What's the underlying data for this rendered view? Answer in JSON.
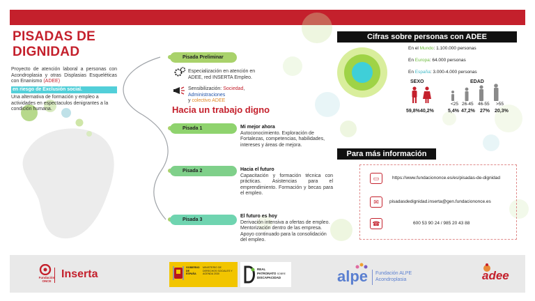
{
  "header": {
    "title_line1": "PISADAS DE",
    "title_line2": "DIGNIDAD",
    "brand_color": "#c4202c"
  },
  "intro": {
    "text1": "Proyecto de atención laboral a personas con Acondroplasia y otras Displasias Esqueléticas con Enanismo",
    "adee": "(ADEE)",
    "highlight": "en riesgo de Exclusión social.",
    "text2": "Una alternativa de formación y empleo a actividades en espectaculos denigrantes a la condición humana."
  },
  "preliminar": {
    "label": "Pisada Preliminar",
    "item1": "Especialización en atención en ADEE, red INSERTA Empleo.",
    "item2_prefix": "Sensibilización: ",
    "item2_a": "Sociedad",
    "item2_sep": ", ",
    "item2_b": "Administraciones",
    "item2_c": "y ",
    "item2_d": "colectivo ADEE"
  },
  "section_title": "Hacia un trabajo digno",
  "steps": [
    {
      "label": "Pisada 1",
      "title": "Mi mejor ahora",
      "text": "Autoconocimiento. Exploración de Fortalezas, competencias, habilidades, intereses y áreas de mejora."
    },
    {
      "label": "Pisada 2",
      "title": "Hacia el futuro",
      "text": "Capacitación y formación técnica con prácticas. Asistencias para el emprendimiento. Formación y becas para el empleo."
    },
    {
      "label": "Pisada 3",
      "title": "El futuro es hoy",
      "text": "Derivación intensiva a ofertas de empleo. Mentorización dentro de las empresa. Apoyo continuado para la consolidación del empleo."
    }
  ],
  "cifras": {
    "title": "Cifras sobre personas con ADEE",
    "mundo_pre": "En el ",
    "mundo": "Mundo",
    "mundo_val": ": 1.100.000 personas",
    "europa_pre": "En ",
    "europa": "Europa",
    "europa_val": ": 64.000 personas",
    "espana_pre": "En ",
    "espana": "España",
    "espana_val": ": 3.000-4.000 personas",
    "sexo_label": "SEXO",
    "sexo_m": "59,8%",
    "sexo_f": "40,2%",
    "edad_label": "EDAD",
    "edad_groups": [
      {
        "range": "<25",
        "pct": "5,4%"
      },
      {
        "range": "26-45",
        "pct": "47,2%"
      },
      {
        "range": "46-55",
        "pct": "27%"
      },
      {
        "range": ">55",
        "pct": "20,3%"
      }
    ]
  },
  "info": {
    "title": "Para más información",
    "url": "https://www.fundaciononce.es/es/pisadas-de-dignidad",
    "email": "pisadasdedignidad.inserta@gen.fundaciononce.es",
    "phone": "600 53 90 24 / 985 20 43 88"
  },
  "footer": {
    "once": "Fundación ONCE",
    "inserta": "Inserta",
    "gob1": "GOBIERNO DE ESPAÑA",
    "gob2": "MINISTERIO DE DERECHOS SOCIALES Y AGENDA 2030",
    "rp1": "REAL",
    "rp2": "PATRONATO",
    "rp3": "SOBRE",
    "rp4": "DISCAPACIDAD",
    "alpe": "alpe",
    "alpe1": "Fundación ALPE",
    "alpe2": "Acondroplasia",
    "adee": "adee"
  }
}
